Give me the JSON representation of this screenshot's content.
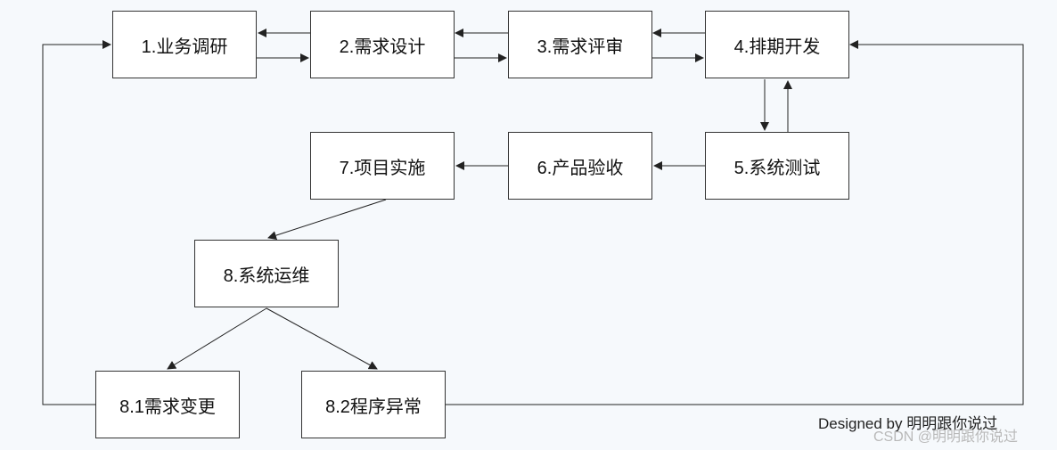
{
  "nodes": {
    "n1": "1.业务调研",
    "n2": "2.需求设计",
    "n3": "3.需求评审",
    "n4": "4.排期开发",
    "n5": "5.系统测试",
    "n6": "6.产品验收",
    "n7": "7.项目实施",
    "n8": "8.系统运维",
    "n81": "8.1需求变更",
    "n82": "8.2程序异常"
  },
  "edges": [
    {
      "from": "n1",
      "to": "n2"
    },
    {
      "from": "n2",
      "to": "n1"
    },
    {
      "from": "n2",
      "to": "n3"
    },
    {
      "from": "n3",
      "to": "n2"
    },
    {
      "from": "n3",
      "to": "n4"
    },
    {
      "from": "n4",
      "to": "n3"
    },
    {
      "from": "n4",
      "to": "n5"
    },
    {
      "from": "n5",
      "to": "n4"
    },
    {
      "from": "n5",
      "to": "n6"
    },
    {
      "from": "n6",
      "to": "n7"
    },
    {
      "from": "n7",
      "to": "n8"
    },
    {
      "from": "n8",
      "to": "n81"
    },
    {
      "from": "n8",
      "to": "n82"
    },
    {
      "from": "n81",
      "to": "n1"
    },
    {
      "from": "n82",
      "to": "n4"
    }
  ],
  "credit": "Designed by 明明跟你说过",
  "watermark": "CSDN @明明跟你说过"
}
